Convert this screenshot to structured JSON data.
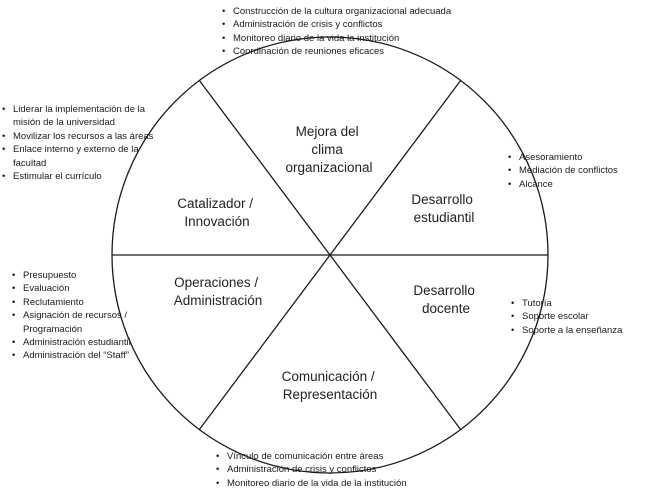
{
  "diagram": {
    "colors": {
      "stroke": "#1a1a1a",
      "background": "#ffffff",
      "text": "#222222"
    },
    "sectors": [
      {
        "key": "top",
        "lines": [
          "Mejora del",
          "clima",
          "organizacional"
        ]
      },
      {
        "key": "upper_right",
        "lines": [
          "Desarrollo",
          "estudiantil"
        ]
      },
      {
        "key": "lower_right",
        "lines": [
          "Desarrollo",
          "docente"
        ]
      },
      {
        "key": "bottom",
        "lines": [
          "Comunicación /",
          "Representación"
        ]
      },
      {
        "key": "lower_left",
        "lines": [
          "Operaciones /",
          "Administración"
        ]
      },
      {
        "key": "upper_left",
        "lines": [
          "Catalizador /",
          "Innovación"
        ]
      }
    ]
  },
  "lists": {
    "top": [
      "Construcción de la cultura organizacional adecuada",
      "Administración de crisis y conflictos",
      "Monitoreo diario de la vida la institución",
      "Coordinación de reuniones eficaces"
    ],
    "left_top": [
      "Liderar la implementación de la misión de la universidad",
      "Movilizar los recursos a las áreas",
      "Enlace interno y externo de la facultad",
      "Estimular el currículo"
    ],
    "right_top": [
      "Asesoramiento",
      "Mediación de conflictos",
      "Alcance"
    ],
    "left_mid": [
      "Presupuesto",
      "Evaluación",
      "Reclutamiento",
      "Asignación de recursos / Programación",
      "Administración estudiantil",
      "Administración del “Staff”"
    ],
    "right_mid": [
      "Tutoría",
      "Soporte escolar",
      "Soporte a la enseñanza"
    ],
    "bottom": [
      "Vínculo de comunicación entre áreas",
      "Administración de crisis y conflictos",
      "Monitoreo diario de la vida de la institución"
    ]
  }
}
